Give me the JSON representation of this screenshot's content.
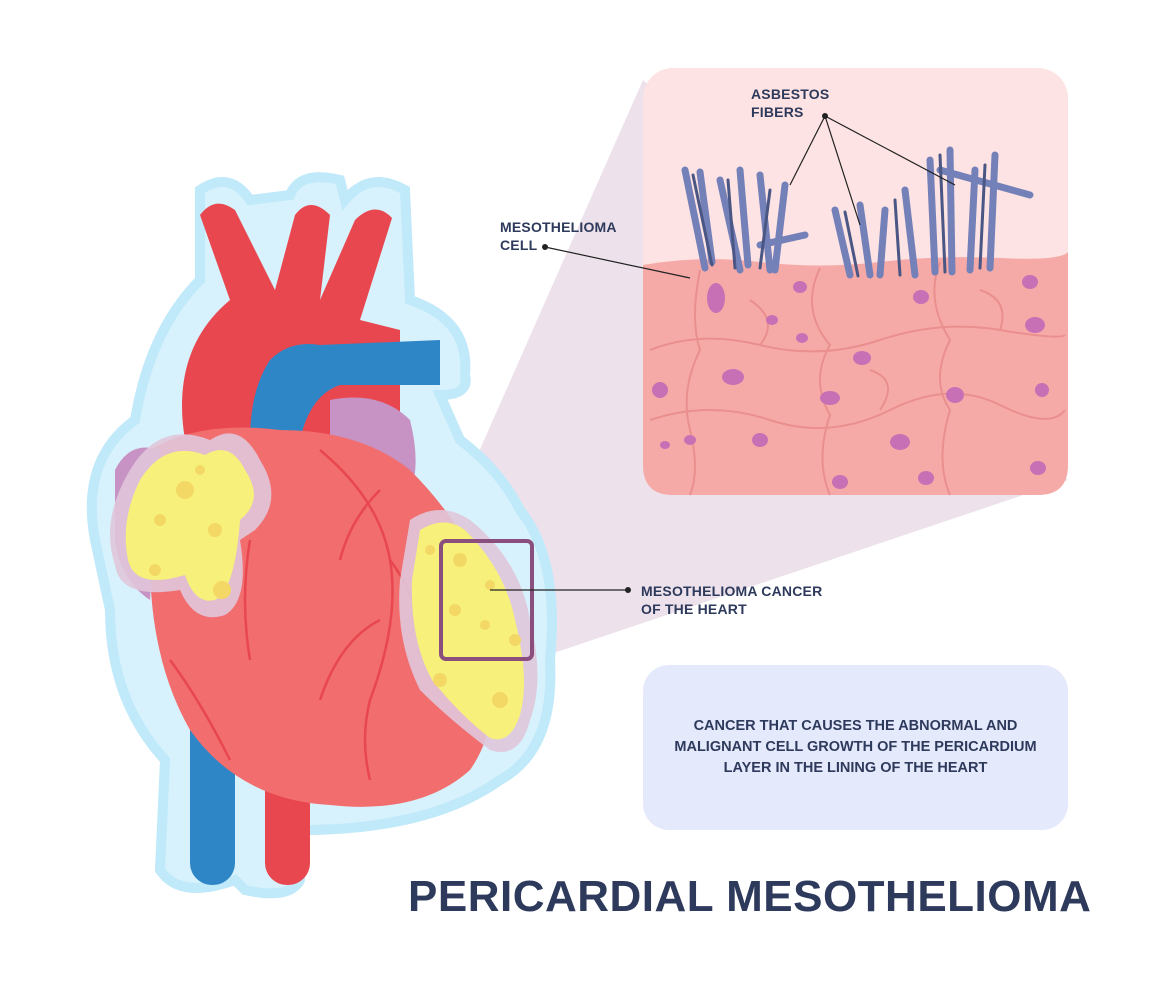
{
  "labels": {
    "asbestos_fibers": [
      "ASBESTOS",
      "FIBERS"
    ],
    "mesothelioma_cell": [
      "MESOTHELIOMA",
      "CELL"
    ],
    "cancer_of_heart": [
      "MESOTHELIOMA CANCER",
      "OF THE HEART"
    ]
  },
  "info_box": {
    "text": "CANCER THAT CAUSES THE ABNORMAL AND MALIGNANT CELL GROWTH OF THE PERICARDIUM LAYER IN THE LINING OF THE HEART"
  },
  "title": "PERICARDIAL MESOTHELIOMA",
  "colors": {
    "text": "#2e3a5c",
    "heart": "#f26d6d",
    "artery": "#e8474f",
    "vein": "#2f86c6",
    "tumor": "#f7f07a",
    "glow": "#c9ecfb",
    "tissue": "#f6aaa8",
    "inset_bg": "#fde3e3",
    "highlight_box": "#8a4f7d",
    "info_bg": "#e4e9fb"
  }
}
